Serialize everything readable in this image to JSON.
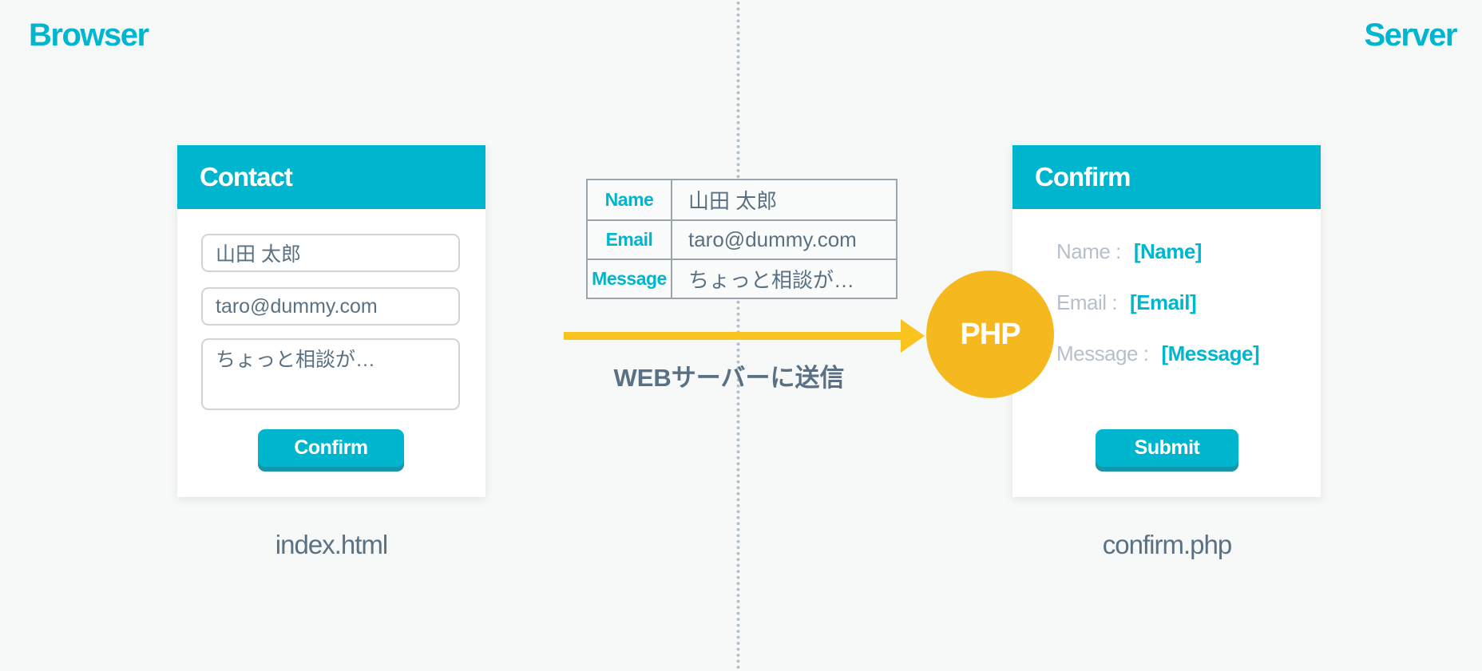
{
  "page": {
    "browser_label": "Browser",
    "server_label": "Server"
  },
  "colors": {
    "accent_cyan": "#00b6cf",
    "accent_cyan_dark": "#1994a9",
    "arrow_yellow": "#f9c420",
    "php_yellow": "#f6b81f",
    "text_slate": "#5a7183",
    "label_gray": "#b7c0ca",
    "table_border": "#9aa5ad",
    "input_border": "#ced4d8",
    "dot_color": "#b1bfc9",
    "page_bg": "#f7f8f8",
    "card_bg": "#ffffff"
  },
  "contact_card": {
    "title": "Contact",
    "name_value": "山田 太郎",
    "email_value": "taro@dummy.com",
    "message_value": "ちょっと相談が…",
    "button_label": "Confirm",
    "caption": "index.html"
  },
  "transfer": {
    "table": {
      "rows": [
        {
          "label": "Name",
          "value": "山田 太郎"
        },
        {
          "label": "Email",
          "value": "taro@dummy.com"
        },
        {
          "label": "Message",
          "value": "ちょっと相談が…"
        }
      ]
    },
    "arrow_label": "WEBサーバーに送信",
    "php_badge": "PHP"
  },
  "confirm_card": {
    "title": "Confirm",
    "fields": [
      {
        "label": "Name :",
        "value": "[Name]"
      },
      {
        "label": "Email :",
        "value": "[Email]"
      },
      {
        "label": "Message :",
        "value": "[Message]"
      }
    ],
    "button_label": "Submit",
    "caption": "confirm.php"
  }
}
